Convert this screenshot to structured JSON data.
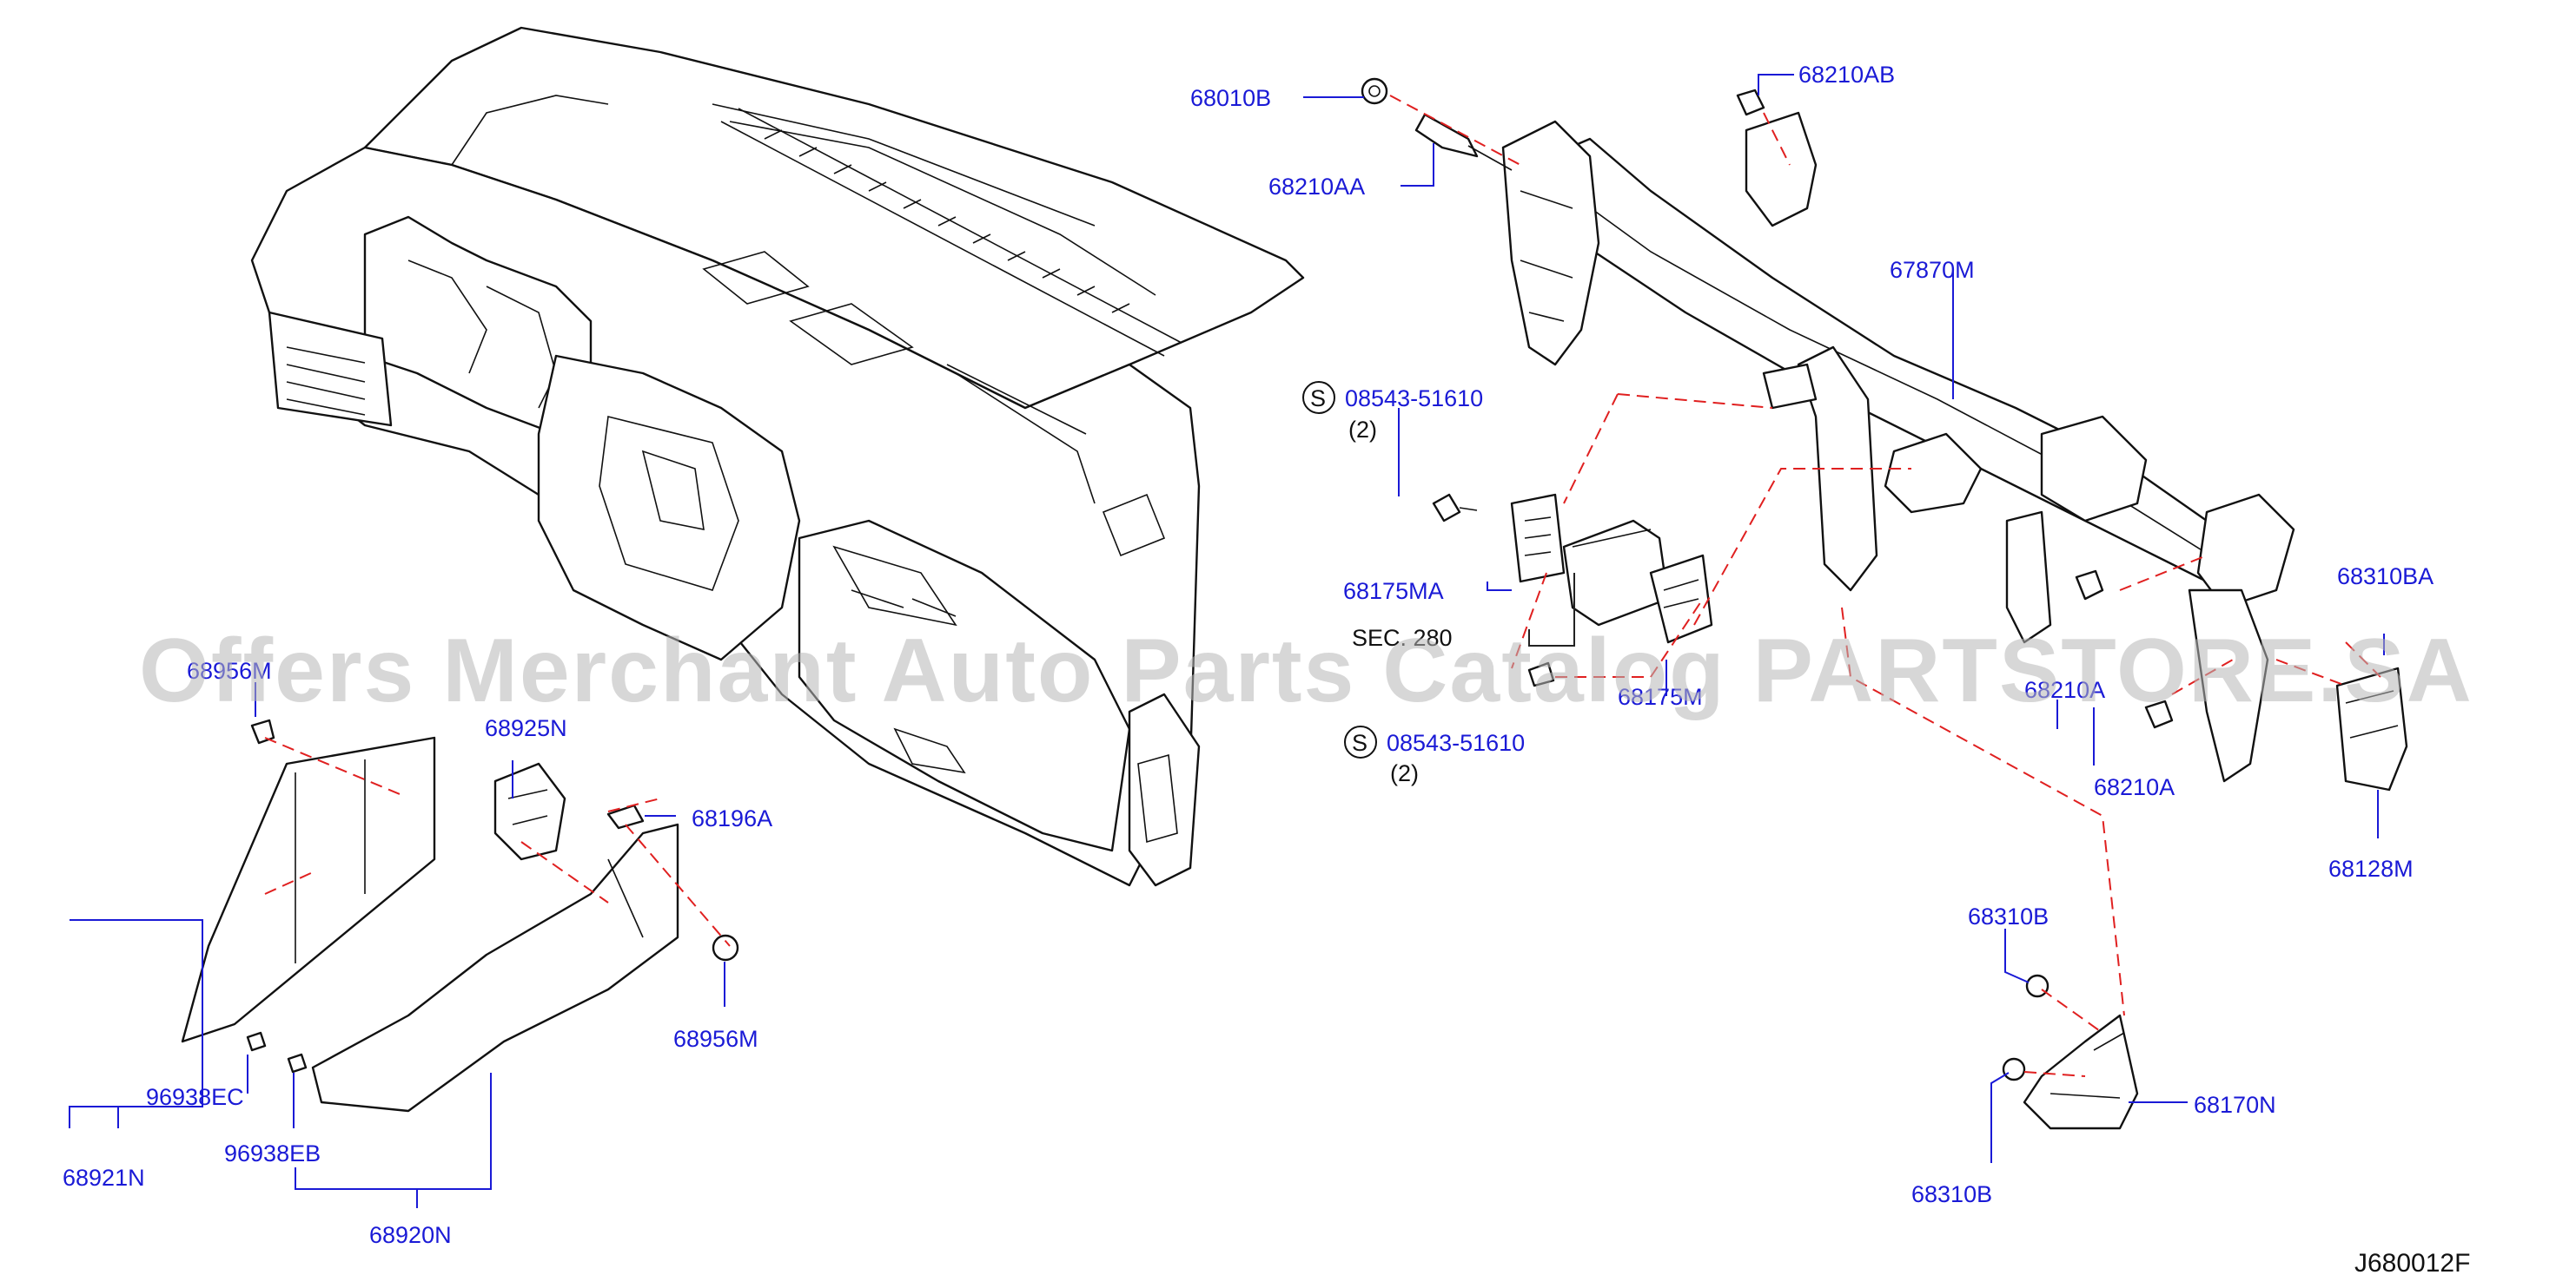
{
  "diagram": {
    "drawing_code": "J680012F",
    "watermark": "Offers Merchant Auto Parts Catalog PARTSTORE.SA",
    "sec_ref": "SEC. 280",
    "callouts": [
      {
        "id": "c68010B",
        "part": "68010B"
      },
      {
        "id": "c68210AB",
        "part": "68210AB"
      },
      {
        "id": "c68210AA",
        "part": "68210AA"
      },
      {
        "id": "c67870M",
        "part": "67870M"
      },
      {
        "id": "c08543a",
        "part": "08543-51610",
        "qty": "(2)",
        "symbol": "S"
      },
      {
        "id": "c68175MA",
        "part": "68175MA"
      },
      {
        "id": "c68175M",
        "part": "68175M"
      },
      {
        "id": "c08543b",
        "part": "08543-51610",
        "qty": "(2)",
        "symbol": "S"
      },
      {
        "id": "c68210A1",
        "part": "68210A"
      },
      {
        "id": "c68210A2",
        "part": "68210A"
      },
      {
        "id": "c68310BA",
        "part": "68310BA"
      },
      {
        "id": "c68128M",
        "part": "68128M"
      },
      {
        "id": "c68310B1",
        "part": "68310B"
      },
      {
        "id": "c68170N",
        "part": "68170N"
      },
      {
        "id": "c68310B2",
        "part": "68310B"
      },
      {
        "id": "c68956M1",
        "part": "68956M"
      },
      {
        "id": "c68925N",
        "part": "68925N"
      },
      {
        "id": "c68196A",
        "part": "68196A"
      },
      {
        "id": "c68956M2",
        "part": "68956M"
      },
      {
        "id": "c96938EC",
        "part": "96938EC"
      },
      {
        "id": "c96938EB",
        "part": "96938EB"
      },
      {
        "id": "c68921N",
        "part": "68921N"
      },
      {
        "id": "c68920N",
        "part": "68920N"
      }
    ]
  }
}
